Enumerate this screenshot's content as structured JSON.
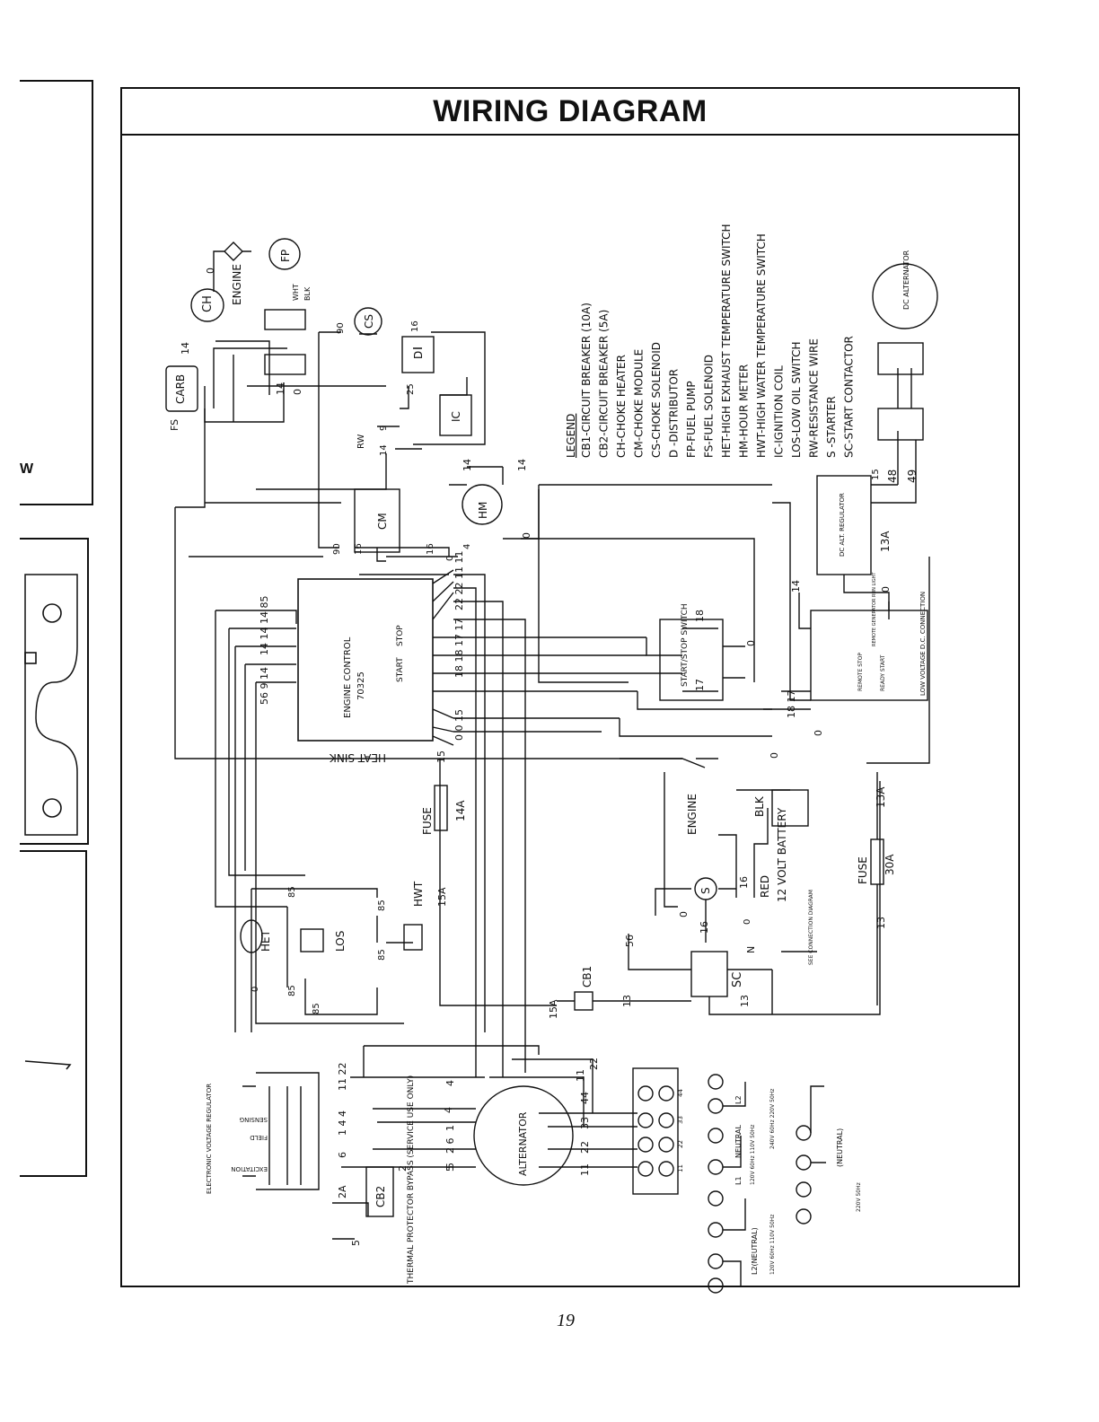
{
  "title": "WIRING DIAGRAM",
  "page_number": "19",
  "margin_letter": "W",
  "legend": {
    "heading": "LEGEND",
    "items": [
      "CB1-CIRCUIT BREAKER (10A)",
      "CB2-CIRCUIT BREAKER (5A)",
      "CH-CHOKE HEATER",
      "CM-CHOKE MODULE",
      "CS-CHOKE SOLENOID",
      "D -DISTRIBUTOR",
      "FP-FUEL PUMP",
      "FS-FUEL SOLENOID",
      "HET-HIGH EXHAUST TEMPERATURE SWITCH",
      "HM-HOUR METER",
      "HWT-HIGH WATER TEMPERATURE SWITCH",
      "IC-IGNITION COIL",
      "LOS-LOW OIL SWITCH",
      "RW-RESISTANCE WIRE",
      "S -STARTER",
      "SC-START CONTACTOR"
    ]
  },
  "components": {
    "carb": "CARB",
    "fs": "FS",
    "ch": "CH",
    "engine_top": "ENGINE",
    "fp": "FP",
    "wht": "WHT",
    "blk_fp": "BLK",
    "cs": "CS",
    "d": "D",
    "ic": "IC",
    "rw": "RW",
    "cm": "CM",
    "hm": "HM",
    "dc_alternator": "DC ALTERNATOR",
    "dc_alt_regulator": "DC ALT. REGULATOR",
    "engine_control": "ENGINE CONTROL",
    "engine_control_num": "70325",
    "heat_sink": "HEAT SINK",
    "start_label": "START",
    "stop_label": "STOP",
    "start_stop_switch": "START/STOP SWITCH",
    "fuse_14a": "FUSE",
    "fuse_14a_rating": "14A",
    "fuse_30a": "FUSE",
    "fuse_30a_rating": "30A",
    "engine_gnd": "ENGINE",
    "blk_batt": "BLK",
    "red": "RED",
    "battery": "12 VOLT BATTERY",
    "s": "S",
    "sc": "SC",
    "see_connection": "SEE CONNECTION DIAGRAM",
    "het": "HET",
    "los": "LOS",
    "hwt": "HWT",
    "cb1": "CB1",
    "cb2": "CB2",
    "alternator": "ALTERNATOR",
    "evr": "ELECTRONIC VOLTAGE REGULATOR",
    "sensing": "SENSING",
    "field": "FIELD",
    "excitation": "EXCITATION",
    "thermal": "THERMAL PROTECTOR BYPASS (SERVICE USE ONLY)",
    "low_voltage": "LOW VOLTAGE D.C. CONNECTION",
    "remote_stop": "REMOTE STOP",
    "ready_start": "READY START",
    "remote_gen": "REMOTE GENERATOR RUN LIGHT",
    "neutral_1": "NEUTRAL",
    "neutral_2": "L2(NEUTRAL)",
    "neutral_3": "(NEUTRAL)",
    "l1": "L1",
    "l2": "L2",
    "v1": "120V 60Hz 110V 50Hz",
    "v2": "120V 60Hz 110V 50Hz",
    "v3": "240V 60Hz 220V 50Hz",
    "v4": "220V 50Hz"
  },
  "wire_numbers": {
    "w14a": "14",
    "w0a": "0",
    "w14b": "14",
    "w0b": "0",
    "w90": "90",
    "w16a": "16",
    "w25": "25",
    "w9": "9",
    "w14c": "14",
    "w14d": "14",
    "w14e": "14",
    "w0c": "0",
    "w48": "48",
    "w49": "49",
    "w15": "15",
    "w13a": "13A",
    "w0d": "0",
    "w90b": "90",
    "w16b": "16",
    "w16c": "16",
    "w4": "4",
    "w0e": "0",
    "t_left_top": "14 14 14 85",
    "t_left_bot": "56 9 14",
    "t_right_top": "22 22 11 11",
    "t_right_mid": "18 18 17 17",
    "t_right_bot": "0 0 15",
    "w15b": "15",
    "w18": "18",
    "w17": "17",
    "w0f": "0",
    "w14f": "14",
    "w1817": "18 17",
    "w0g": "0",
    "w0h": "0",
    "w15a": "15A",
    "w15ab": "15A",
    "w56": "56",
    "w0i": "0",
    "w16d": "16",
    "w16e": "16",
    "w13": "13",
    "w13b": "13",
    "w13c": "13",
    "w13ab": "13A",
    "w85a": "85",
    "w85b": "85",
    "w85c": "85",
    "w85d": "85",
    "w85e": "85",
    "w0j": "0",
    "w0k": "0",
    "wN": "N",
    "w11_22": "11 22",
    "w4a": "4",
    "w1_4": "1 4 4",
    "w6": "6",
    "w2": "2",
    "w2A": "2A",
    "w5": "5",
    "w5b": "5",
    "w44": "44",
    "w33": "33",
    "w22": "22",
    "w11": "11",
    "w11b": "11",
    "w22b": "22",
    "w4b": "4",
    "w1": "1",
    "w26": "2 6",
    "w5c": "5",
    "e44": "44",
    "e33": "33",
    "e22": "22",
    "e11": "11"
  }
}
